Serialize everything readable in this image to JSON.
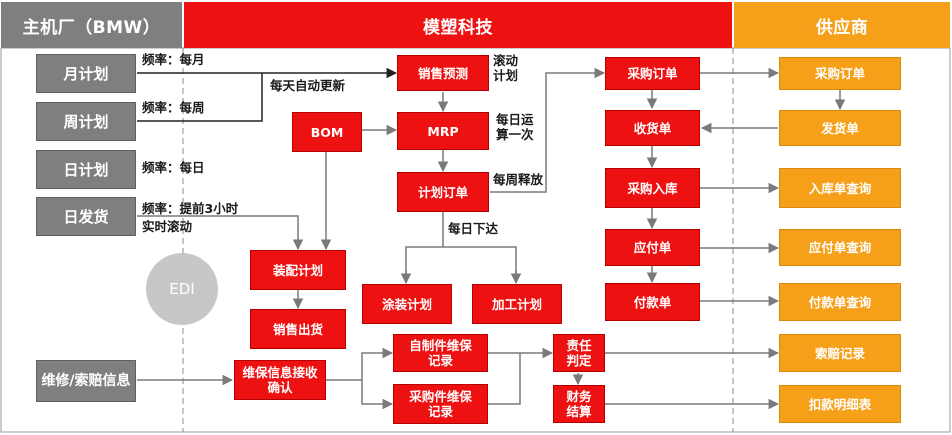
{
  "colors": {
    "gray": "#7f7f7f",
    "red": "#ee1111",
    "orange": "#f6a01a",
    "line": "#7a7a7a",
    "dark_line": "#222222"
  },
  "headers": {
    "oem": "主机厂（BMW）",
    "mold": "模塑科技",
    "supplier": "供应商"
  },
  "oem": {
    "monthly": "月计划",
    "weekly": "周计划",
    "daily": "日计划",
    "daily_shipping": "日发货",
    "repair": "维修/索赔信息",
    "edi": "EDI"
  },
  "notes": {
    "freq_month": "频率：每月",
    "freq_week": "频率：每周",
    "freq_day": "频率：每日",
    "freq_3h": "频率：提前3小时",
    "realtime": "实时滚动",
    "auto_update": "每天自动更新",
    "rolling": "滚动计划",
    "daily_once": "每日运算一次",
    "weekly_release": "每周释放",
    "daily_issue": "每日下达"
  },
  "mold": {
    "sales_forecast": "销售预测",
    "bom": "BOM",
    "mrp": "MRP",
    "plan_order": "计划订单",
    "assembly_plan": "装配计划",
    "sales_shipping": "销售出货",
    "paint_plan": "涂装计划",
    "machining_plan": "加工计划",
    "maint_confirm": "维保信息接收确认",
    "self_made": "自制件维保记录",
    "purchased": "采购件维保记录",
    "responsibility": "责任判定",
    "finance": "财务结算",
    "purchase_order": "采购订单",
    "receipt": "收货单",
    "purchase_in": "采购入库",
    "payable": "应付单",
    "payment": "付款单"
  },
  "supplier": {
    "purchase_order": "采购订单",
    "delivery": "发货单",
    "in_query": "入库单查询",
    "payable_query": "应付单查询",
    "payment_query": "付款单查询",
    "claim_record": "索赔记录",
    "deduction": "扣款明细表"
  }
}
